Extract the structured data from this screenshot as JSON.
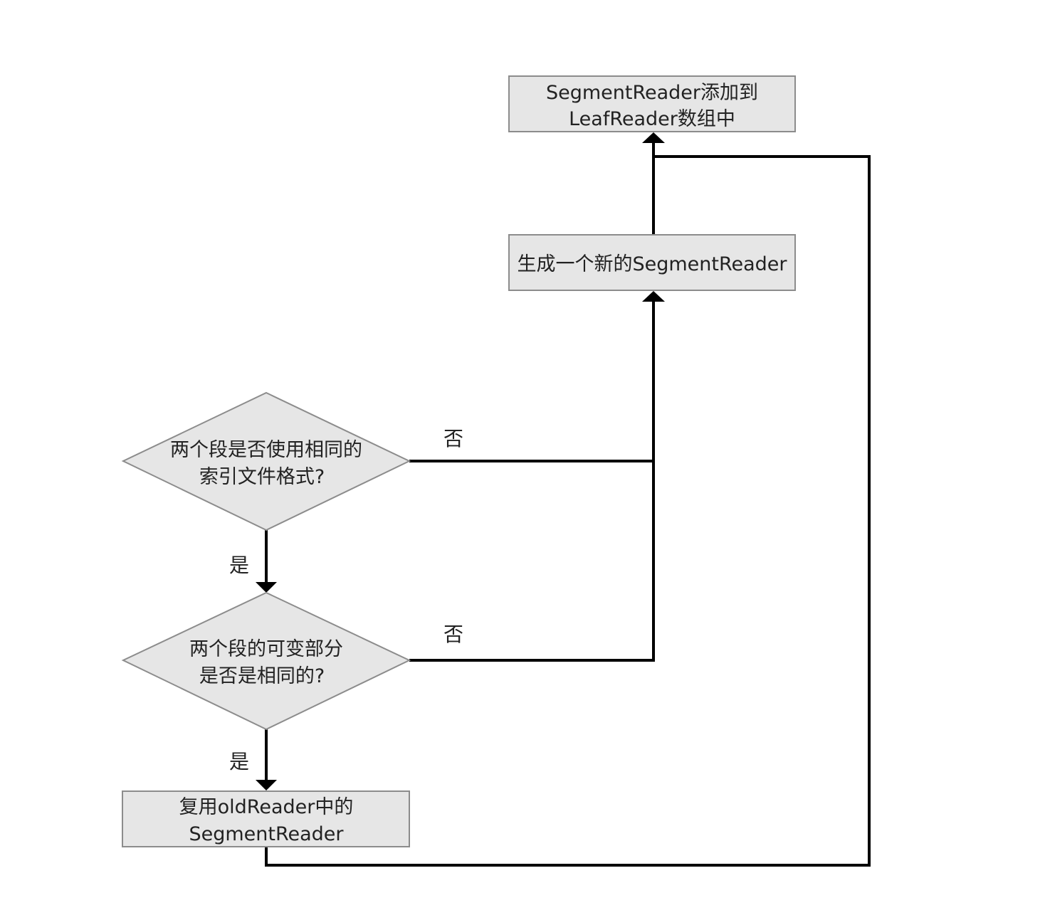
{
  "nodes": {
    "add_to_array": {
      "line1": "SegmentReader添加到",
      "line2": "LeafReader数组中"
    },
    "create_new": {
      "line1": "生成一个新的SegmentReader"
    },
    "same_format": {
      "line1": "两个段是否使用相同的",
      "line2": "索引文件格式?"
    },
    "same_mutable": {
      "line1": "两个段的可变部分",
      "line2": "是否是相同的?"
    },
    "reuse": {
      "line1": "复用oldReader中的",
      "line2": "SegmentReader"
    }
  },
  "edges": {
    "format_no": "否",
    "format_yes": "是",
    "mutable_no": "否",
    "mutable_yes": "是"
  },
  "colors": {
    "node_fill": "#e6e6e6",
    "node_stroke": "#8c8c8c",
    "edge": "#000000",
    "text": "#222222"
  }
}
